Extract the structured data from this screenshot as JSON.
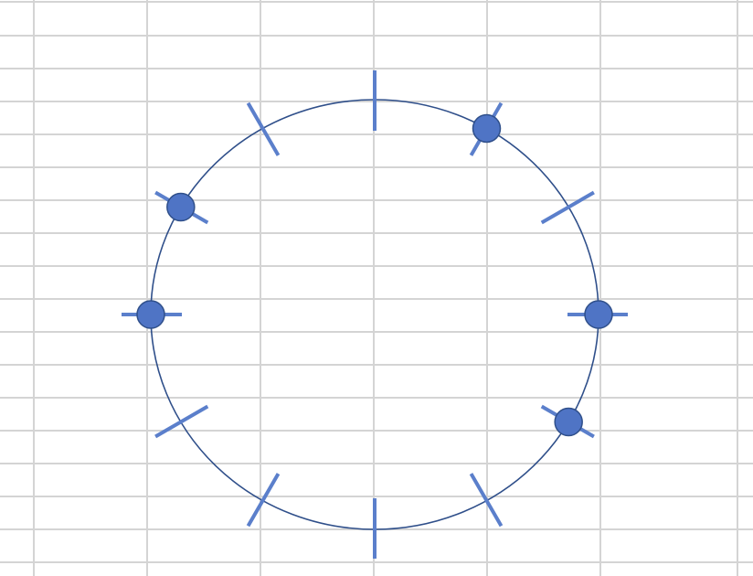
{
  "colors": {
    "background": "#ffffff",
    "gridline": "#d4d4d4",
    "circle_stroke": "#2f4f8a",
    "tick_stroke": "#5b7fcb",
    "marker_fill": "#4f74c5",
    "marker_stroke": "#2f4f8a"
  },
  "diagram": {
    "tick_count": 12,
    "ticks_clock_positions": [
      12,
      1,
      2,
      3,
      4,
      5,
      6,
      7,
      8,
      9,
      10,
      11
    ],
    "marker_clock_positions": [
      1,
      3,
      4,
      9,
      10
    ]
  }
}
